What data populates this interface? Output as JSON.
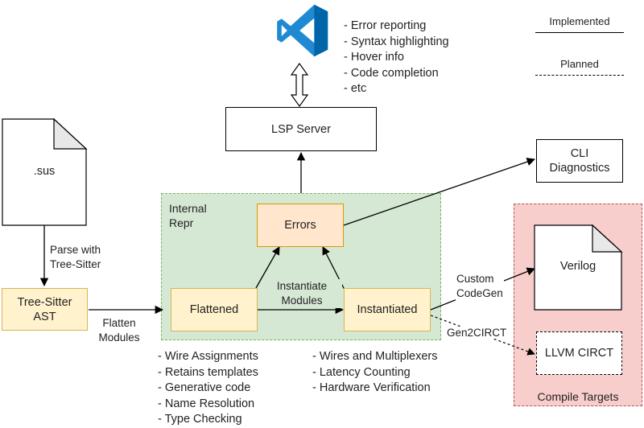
{
  "editor_features": [
    "- Error reporting",
    "- Syntax highlighting",
    "- Hover info",
    "- Code completion",
    "- etc"
  ],
  "legend": {
    "implemented": "Implemented",
    "planned": "Planned"
  },
  "nodes": {
    "lsp_server": "LSP Server",
    "cli_diagnostics": [
      "CLI",
      "Diagnostics"
    ],
    "sus_file": ".sus",
    "tree_sitter_ast": [
      "Tree-Sitter",
      "AST"
    ],
    "errors": "Errors",
    "flattened": "Flattened",
    "instantiated": "Instantiated",
    "verilog": "Verilog",
    "llvm_circt": "LLVM CIRCT"
  },
  "groups": {
    "internal_repr": [
      "Internal",
      "Repr"
    ],
    "compile_targets": "Compile Targets"
  },
  "edge_labels": {
    "parse": [
      "Parse with",
      "Tree-Sitter"
    ],
    "flatten": [
      "Flatten",
      "Modules"
    ],
    "instantiate": [
      "Instantiate",
      "Modules"
    ],
    "custom_codegen": [
      "Custom",
      "CodeGen"
    ],
    "gen2circt": "Gen2CIRCT"
  },
  "flattened_notes": [
    "- Wire Assignments",
    "- Retains templates",
    "- Generative code",
    "- Name Resolution",
    "- Type Checking"
  ],
  "instantiated_notes": [
    "- Wires and Multiplexers",
    "- Latency Counting",
    "- Hardware Verification"
  ],
  "colors": {
    "internal_fill": "#d5e8d4",
    "internal_stroke": "#82b366",
    "compile_fill": "#f8cecc",
    "compile_stroke": "#b85450",
    "node_fill": "#ffe6cc",
    "node_stroke": "#d79b00",
    "ast_fill": "#fff2cc",
    "ast_stroke": "#d6b656",
    "vscode_blue": "#1f8ad2",
    "vscode_dark": "#0065a9"
  }
}
